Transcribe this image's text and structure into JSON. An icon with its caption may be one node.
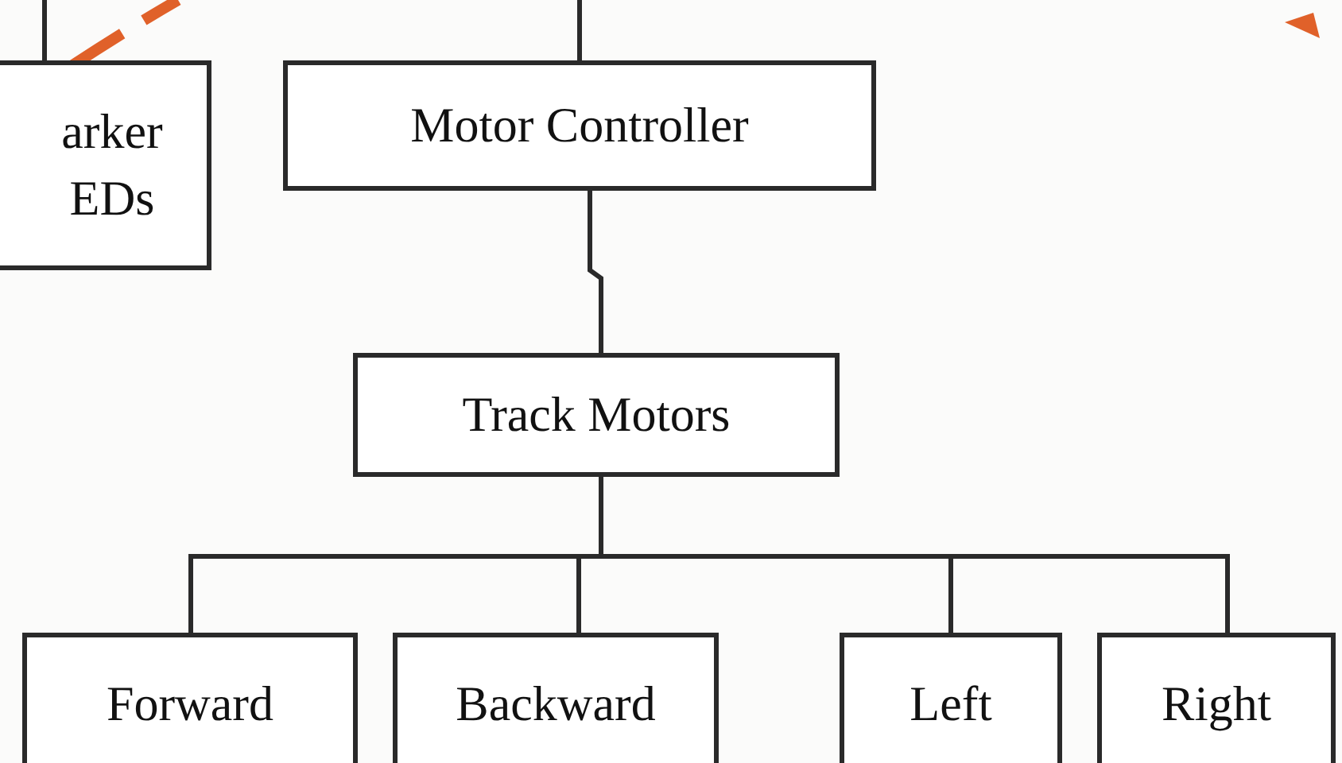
{
  "diagram": {
    "nodes": [
      {
        "text": [
          "arker EDs"
        ]
      },
      {
        "text": [
          "Motor Controller"
        ]
      },
      {
        "text": [
          "Track Motors"
        ]
      },
      {
        "text": [
          "Forward"
        ]
      },
      {
        "text": [
          "Backward"
        ]
      },
      {
        "text": [
          "Left"
        ]
      },
      {
        "text": [
          "Right"
        ]
      }
    ],
    "edges": [
      {
        "from": null,
        "to": 0,
        "arrow": "none"
      },
      {
        "from": null,
        "to": 1,
        "arrow": "none"
      },
      {
        "from": 1,
        "to": 2,
        "arrow": "none"
      },
      {
        "from": 2,
        "to": 3,
        "arrow": "none"
      },
      {
        "from": 2,
        "to": 4,
        "arrow": "none"
      },
      {
        "from": 2,
        "to": 5,
        "arrow": "none"
      },
      {
        "from": 2,
        "to": 6,
        "arrow": "none"
      }
    ]
  }
}
